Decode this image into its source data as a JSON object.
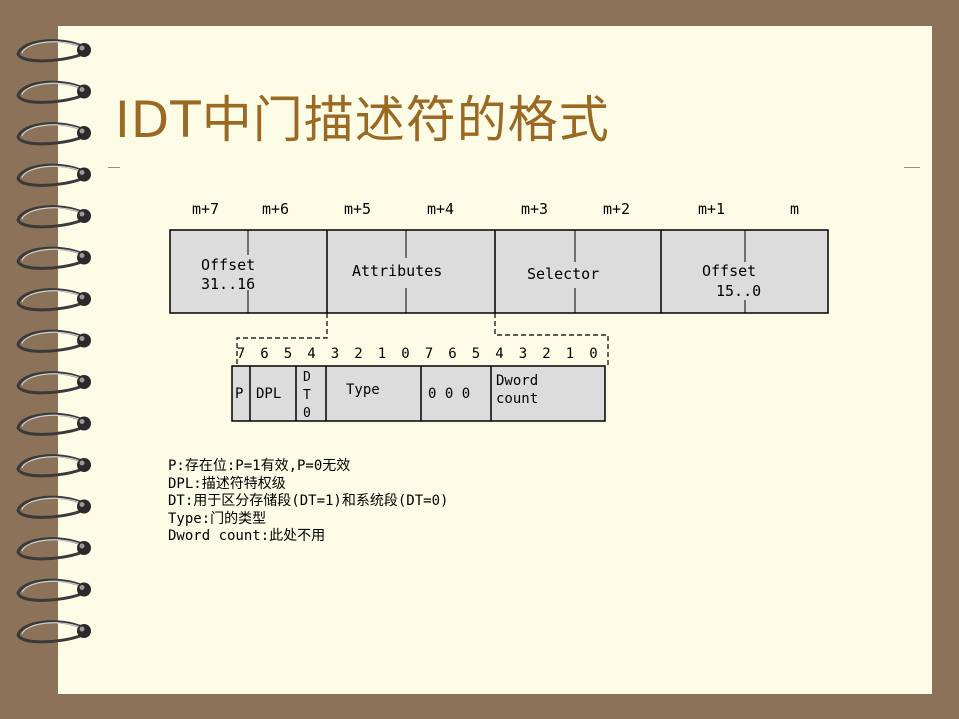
{
  "title": "IDT中门描述符的格式",
  "byte_labels": [
    "m+7",
    "m+6",
    "m+5",
    "m+4",
    "m+3",
    "m+2",
    "m+1",
    "m"
  ],
  "fields": {
    "offset_high": [
      "Offset",
      "31..16"
    ],
    "attributes": "Attributes",
    "selector": "Selector",
    "offset_low": [
      "Offset",
      "15..0"
    ]
  },
  "bit_labels": [
    "7",
    "6",
    "5",
    "4",
    "3",
    "2",
    "1",
    "0",
    "7",
    "6",
    "5",
    "4",
    "3",
    "2",
    "1",
    "0"
  ],
  "attr_fields": {
    "p": "P",
    "dpl": "DPL",
    "dt": [
      "D",
      "T",
      "0"
    ],
    "type": "Type",
    "zeros": "0 0 0",
    "dword_count": [
      "Dword",
      "count"
    ]
  },
  "descriptions": [
    "P:存在位:P=1有效,P=0无效",
    "DPL:描述符特权级",
    "DT:用于区分存储段(DT=1)和系统段(DT=0)",
    "Type:门的类型",
    "Dword count:此处不用"
  ]
}
